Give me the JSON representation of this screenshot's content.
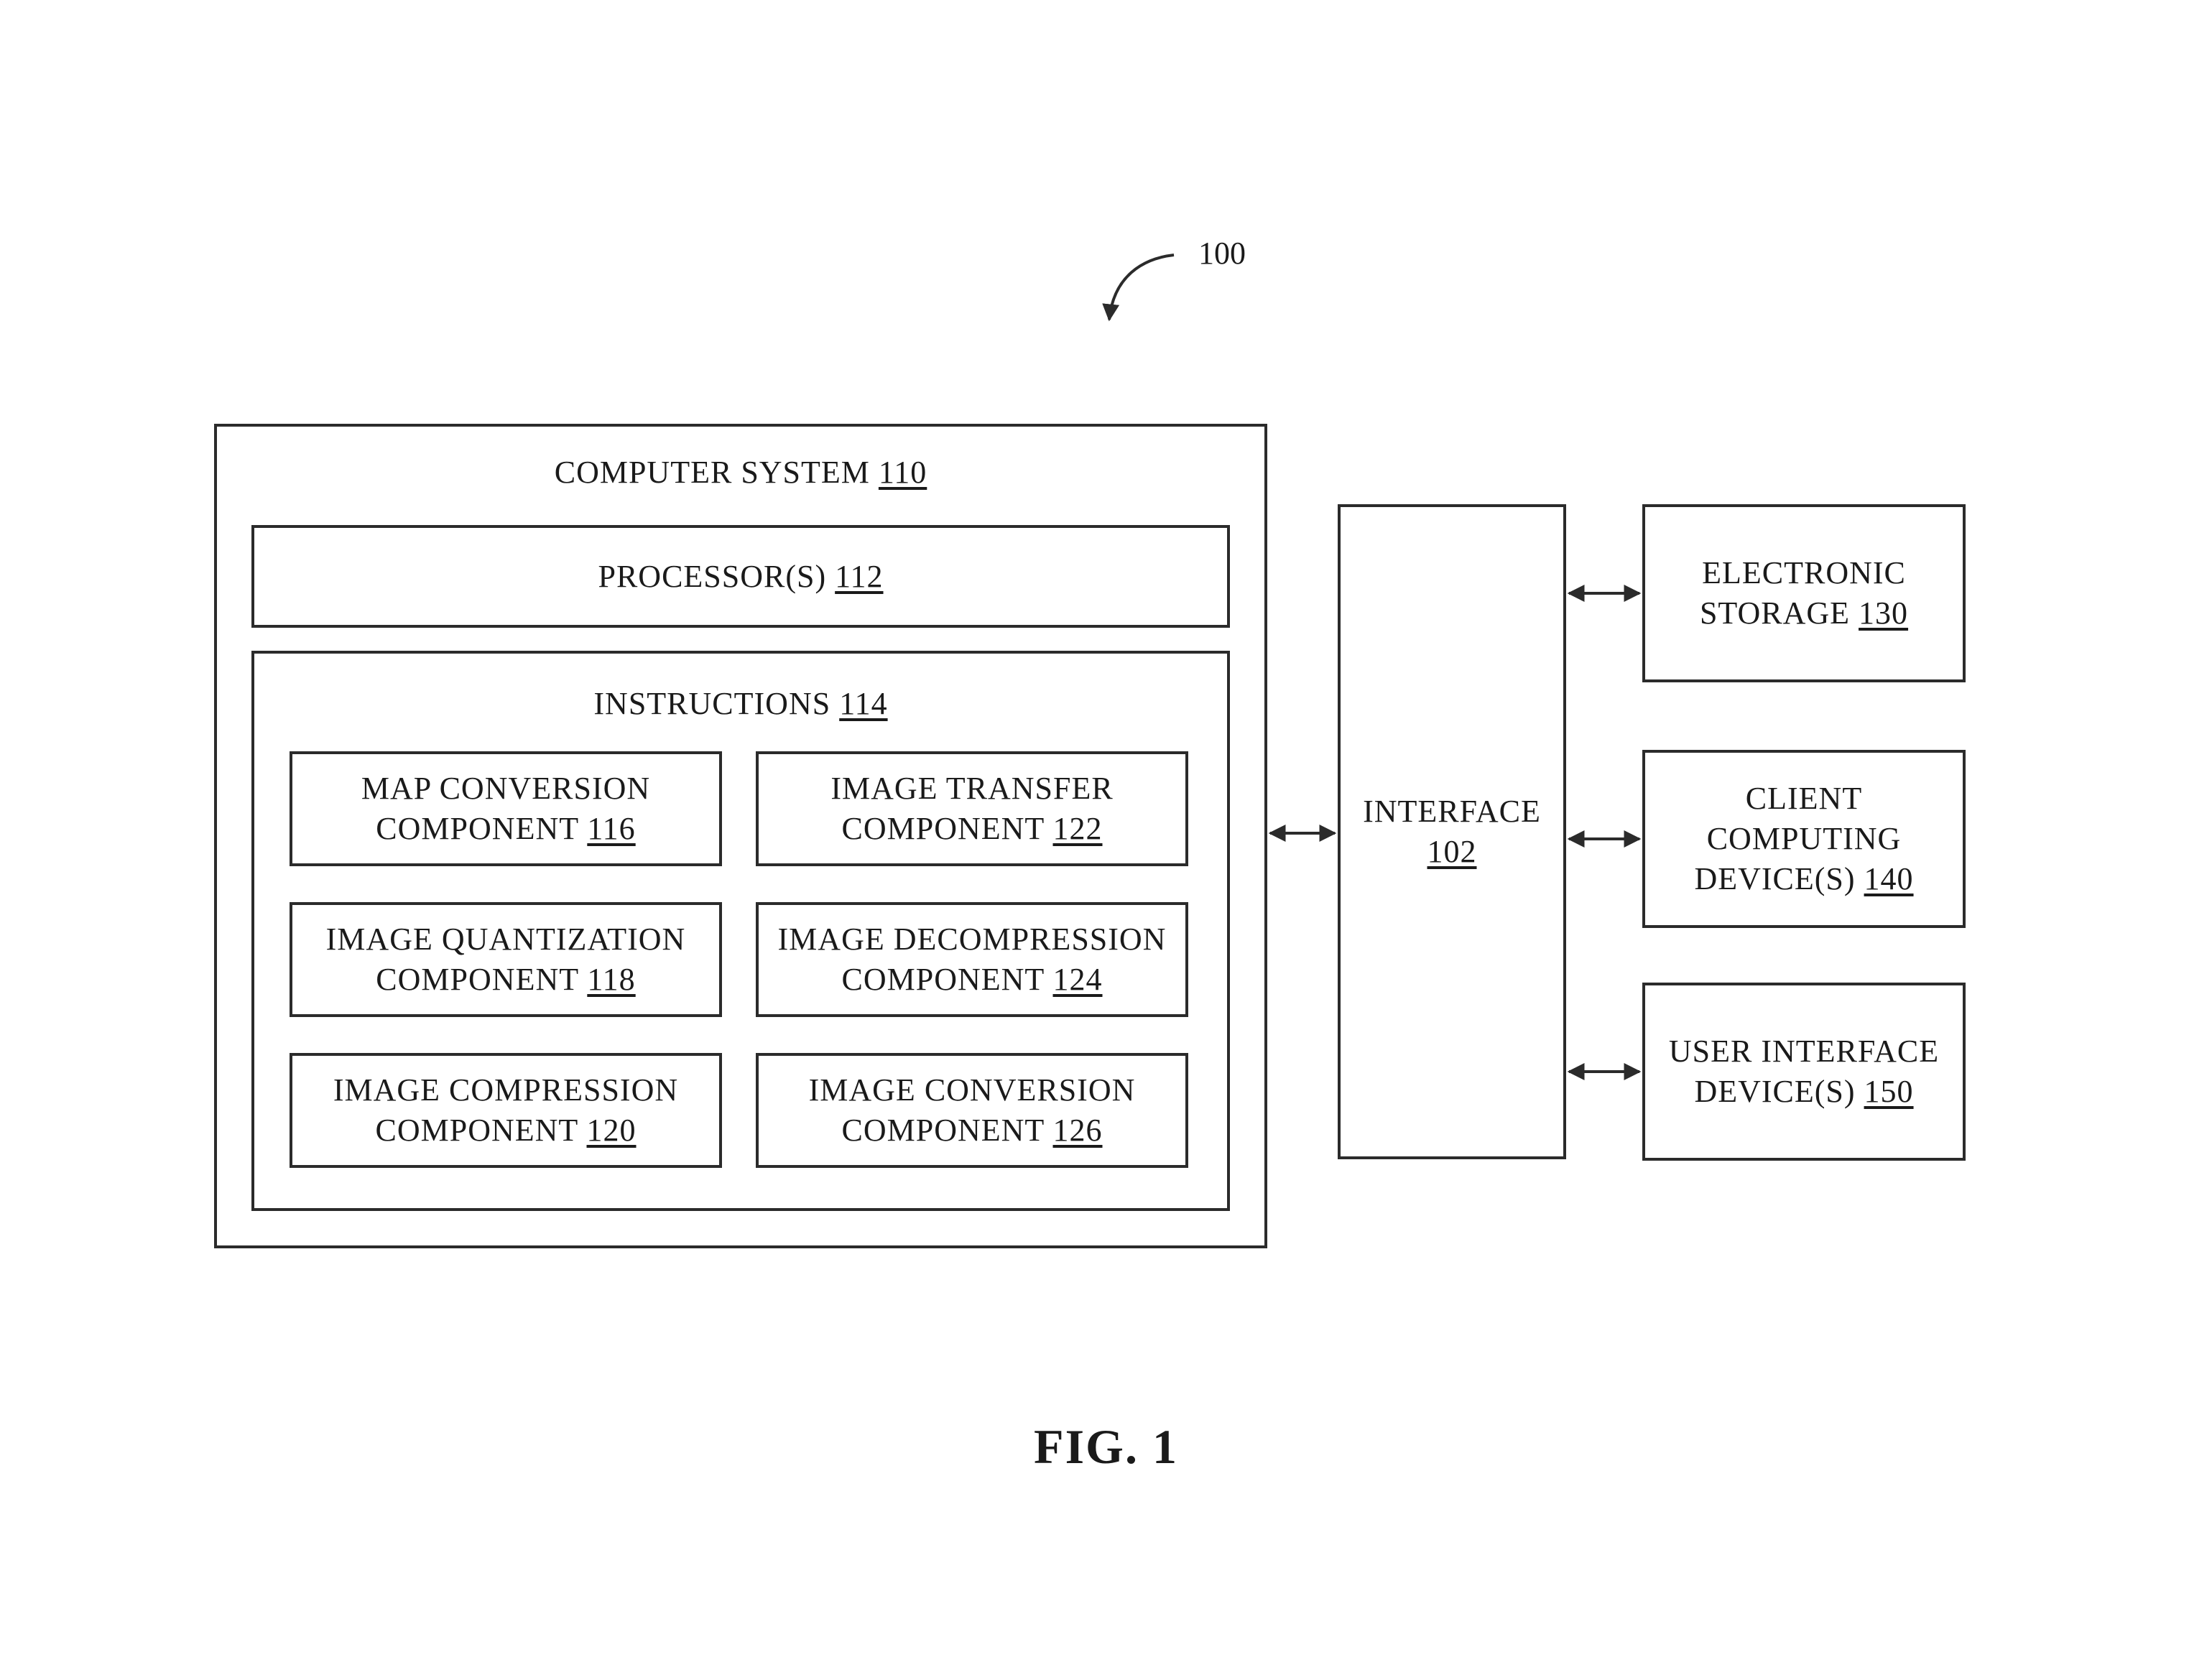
{
  "figure_ref": "100",
  "computer_system": {
    "title": "COMPUTER SYSTEM",
    "ref": "110"
  },
  "processors": {
    "title": "PROCESSOR(S)",
    "ref": "112"
  },
  "instructions": {
    "title": "INSTRUCTIONS",
    "ref": "114"
  },
  "components": [
    {
      "line1": "MAP CONVERSION",
      "line2": "COMPONENT",
      "ref": "116"
    },
    {
      "line1": "IMAGE TRANSFER",
      "line2": "COMPONENT",
      "ref": "122"
    },
    {
      "line1": "IMAGE QUANTIZATION",
      "line2": "COMPONENT",
      "ref": "118"
    },
    {
      "line1": "IMAGE DECOMPRESSION",
      "line2": "COMPONENT",
      "ref": "124"
    },
    {
      "line1": "IMAGE COMPRESSION",
      "line2": "COMPONENT",
      "ref": "120"
    },
    {
      "line1": "IMAGE CONVERSION",
      "line2": "COMPONENT",
      "ref": "126"
    }
  ],
  "interface": {
    "title": "INTERFACE",
    "ref": "102"
  },
  "external": {
    "storage": {
      "line1": "ELECTRONIC",
      "line2": "STORAGE",
      "ref": "130"
    },
    "client": {
      "line1": "CLIENT",
      "line2": "COMPUTING",
      "line3": "DEVICE(S)",
      "ref": "140"
    },
    "ui_device": {
      "line1": "USER INTERFACE",
      "line2": "DEVICE(S)",
      "ref": "150"
    }
  },
  "caption": "FIG. 1"
}
